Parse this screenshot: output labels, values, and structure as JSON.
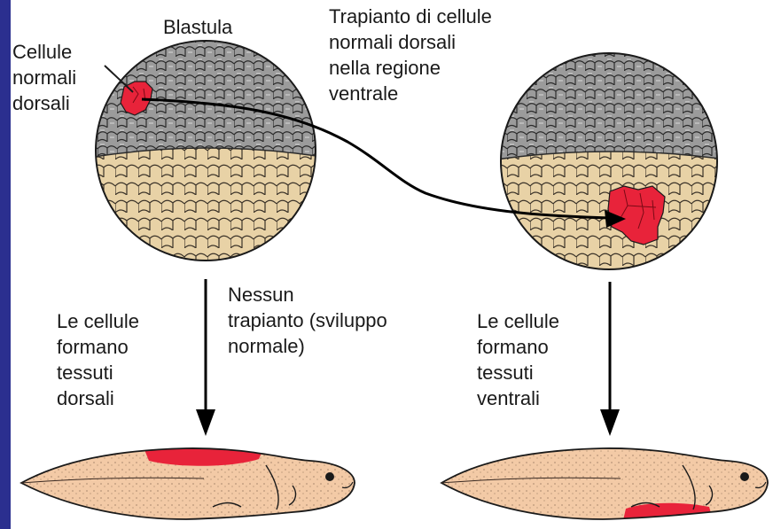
{
  "labels": {
    "blastula": "Blastula",
    "donor_cells": "Cellule\nnormali\ndorsali",
    "transplant": "Trapianto di cellule\nnormali dorsali\nnella regione\nventrale",
    "no_transplant": "Nessun\ntrapianto (sviluppo\nnormale)",
    "left_outcome": "Le cellule\nformano\ntessuti\ndorsali",
    "right_outcome": "Le cellule\nformano\ntessuti\nventrali"
  },
  "colors": {
    "frame_band": "#2b2f8f",
    "animal_cap": "#9a9a9a",
    "vegetal": "#e6cfa3",
    "transplant_red": "#e8233a",
    "tadpole_body": "#f2c9a6",
    "outline": "#1a1a1a"
  }
}
